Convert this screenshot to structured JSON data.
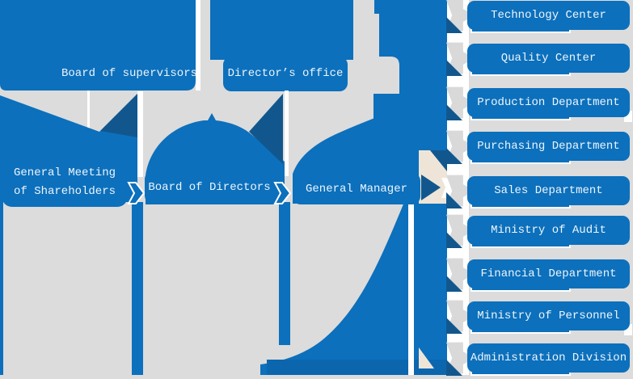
{
  "org_chart": {
    "top_row": {
      "board_of_supervisors": "Board of supervisors",
      "directors_office": "Director’s office"
    },
    "middle_row": {
      "general_meeting_line1": "General Meeting",
      "general_meeting_line2": "of Shareholders",
      "board_of_directors": "Board of Directors",
      "general_manager": "General Manager"
    },
    "departments": [
      "Technology Center",
      "Quality Center",
      "Production Department",
      "Purchasing Department",
      "Sales Department",
      "Ministry of Audit",
      "Financial Department",
      "Ministry of Personnel",
      "Administration Division"
    ],
    "colors": {
      "primary_blue": "#0c70bc",
      "dark_blue": "#11578e",
      "background_gray": "#dcdcdc",
      "ribbon_gray": "#d9d9d9",
      "seam_white": "#ffffff",
      "accent_cream": "#eee5d8",
      "band_blue": "#0b66ae",
      "text_white": "#eef5fc"
    }
  }
}
